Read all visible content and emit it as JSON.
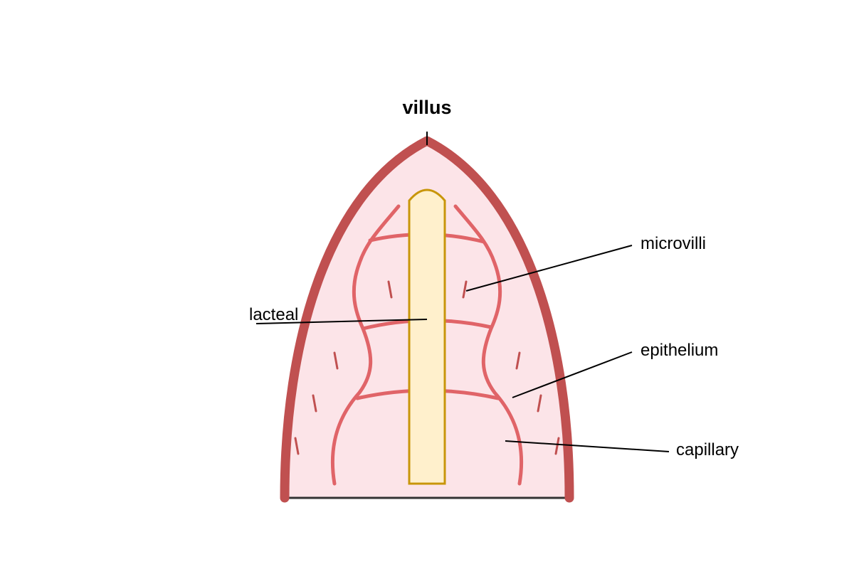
{
  "title": "villus",
  "labels": {
    "microvilli": "microvilli",
    "lacteal": "lacteal",
    "epithelium": "epithelium",
    "capillary": "capillary"
  },
  "colors": {
    "outline": "#c05050",
    "fill": "#fce4e8",
    "capillary": "#e06468",
    "lacteal_fill": "#fff0cc",
    "lacteal_stroke": "#c8960a",
    "base_line": "#333333",
    "microvilli": "#c05050"
  }
}
